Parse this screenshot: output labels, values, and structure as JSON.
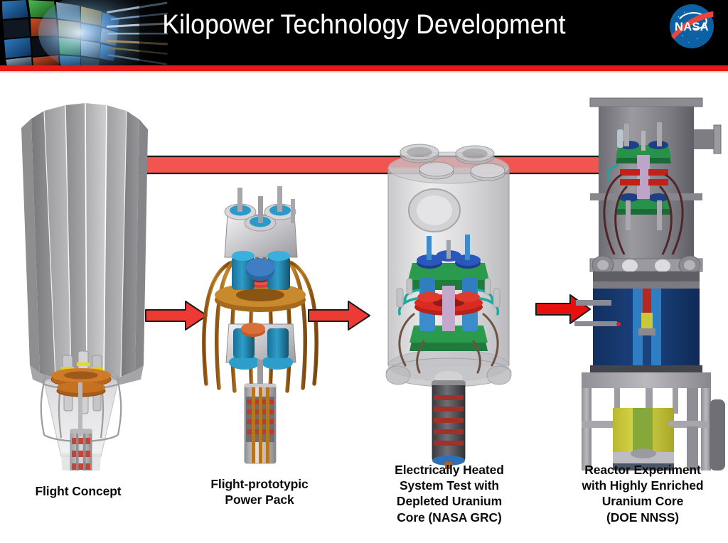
{
  "header": {
    "title": "Kilopower Technology Development",
    "logo": {
      "name": "nasa-meatball-logo",
      "text": "NASA"
    },
    "accent_red": "#E21B18",
    "background": "#000000",
    "mosaic_name": "nasa-imagery-mosaic-banner"
  },
  "stages": [
    {
      "id": "flight-concept",
      "caption": "Flight Concept",
      "caption_lines": [
        "Flight Concept"
      ],
      "image_name": "flight-concept-render"
    },
    {
      "id": "flight-prototypic-power-pack",
      "caption": "Flight-prototypic Power Pack",
      "caption_lines": [
        "Flight-prototypic",
        "Power Pack"
      ],
      "image_name": "flight-prototypic-power-pack-render"
    },
    {
      "id": "electrically-heated-system-test",
      "caption": "Electrically Heated System Test with Depleted Uranium Core (NASA GRC)",
      "caption_lines": [
        "Electrically Heated",
        "System Test with",
        "Depleted Uranium",
        "Core (NASA GRC)"
      ],
      "image_name": "electrically-heated-system-test-render"
    },
    {
      "id": "reactor-experiment",
      "caption": "Reactor Experiment with Highly Enriched Uranium Core (DOE NNSS)",
      "caption_lines": [
        "Reactor Experiment",
        "with Highly Enriched",
        "Uranium Core",
        "(DOE NNSS)"
      ],
      "image_name": "reactor-experiment-render"
    }
  ],
  "arrows": [
    {
      "name": "arrow-stage1-to-stage2",
      "direction": "right",
      "color": "#EE3A35"
    },
    {
      "name": "arrow-stage2-to-stage3",
      "direction": "right",
      "color": "#EE3A35"
    },
    {
      "name": "arrow-stage3-to-stage4",
      "direction": "right",
      "color": "#E8100F"
    },
    {
      "name": "feedback-arrow-stage4-to-stage1",
      "direction": "left",
      "color": "#F2554F"
    }
  ],
  "colors": {
    "red_bar": "#E21B18",
    "arrow_red": "#EE3A35",
    "feedback_red": "#F2554F",
    "caption_text": "#0A0A0A",
    "nasa_blue": "#0B61A4"
  }
}
